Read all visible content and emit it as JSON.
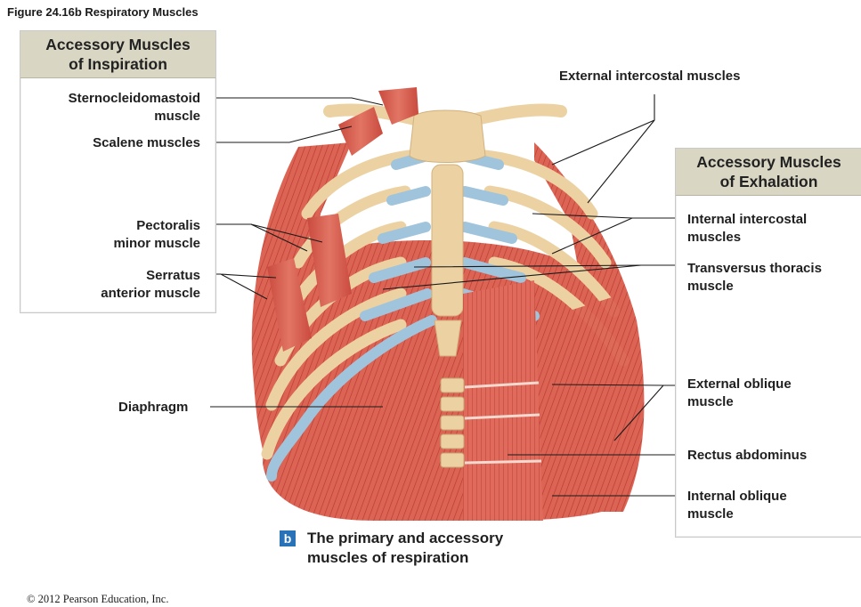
{
  "figure_title": "Figure 24.16b  Respiratory Muscles",
  "left_panel": {
    "heading_line1": "Accessory Muscles",
    "heading_line2": "of Inspiration",
    "labels": [
      {
        "line1": "Sternocleidomastoid",
        "line2": "muscle"
      },
      {
        "line1": "Scalene muscles",
        "line2": ""
      },
      {
        "line1": "Pectoralis",
        "line2": "minor muscle"
      },
      {
        "line1": "Serratus",
        "line2": "anterior muscle"
      }
    ]
  },
  "left_standalone_label": "Diaphragm",
  "top_label": "External intercostal muscles",
  "right_panel": {
    "heading_line1": "Accessory Muscles",
    "heading_line2": "of Exhalation",
    "labels": [
      {
        "line1": "Internal intercostal",
        "line2": "muscles"
      },
      {
        "line1": "Transversus thoracis",
        "line2": "muscle"
      },
      {
        "line1": "External oblique",
        "line2": "muscle"
      },
      {
        "line1": "Rectus abdominus",
        "line2": ""
      },
      {
        "line1": "Internal oblique",
        "line2": "muscle"
      }
    ]
  },
  "caption_badge": "b",
  "caption_line1": "The primary and accessory",
  "caption_line2": "muscles of respiration",
  "copyright": "© 2012 Pearson Education, Inc.",
  "colors": {
    "muscle": "#d9584a",
    "muscle_dark": "#b23a30",
    "bone": "#ecd2a3",
    "cartilage": "#9fc4dc",
    "panel_header": "#d9d6c3",
    "badge": "#2a72b8"
  }
}
